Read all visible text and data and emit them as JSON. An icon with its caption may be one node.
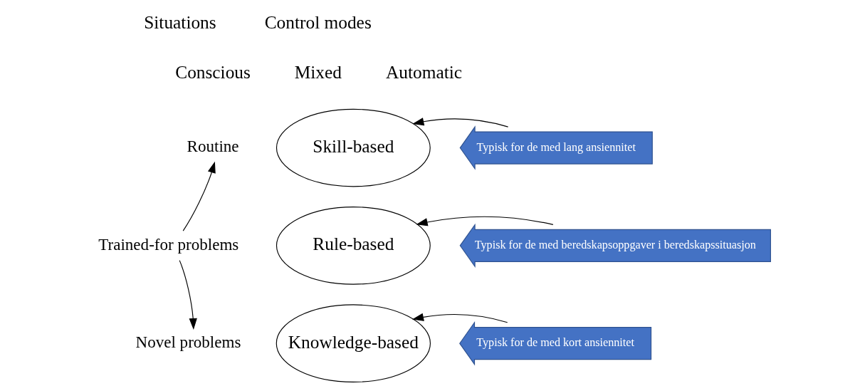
{
  "diagram": {
    "nodes": [
      {
        "text": [
          "Routine"
        ]
      },
      {
        "text": [
          "Trained-for problems"
        ]
      },
      {
        "text": [
          "Novel problems"
        ]
      },
      {
        "text": [
          "Skill-based"
        ]
      },
      {
        "text": [
          "Rule-based"
        ]
      },
      {
        "text": [
          "Knowledge-based"
        ]
      },
      {
        "text": [
          "Typisk for de med lang ansiennitet"
        ]
      },
      {
        "text": [
          "Typisk for de med beredskapsoppgaver i beredskapssituasjon"
        ]
      },
      {
        "text": [
          "Typisk for de med kort ansiennitet"
        ]
      }
    ],
    "edges": [
      {
        "from": 1,
        "to": 0,
        "arrow": "to"
      },
      {
        "from": 1,
        "to": 2,
        "arrow": "to"
      },
      {
        "from": 6,
        "to": 3,
        "arrow": "to"
      },
      {
        "from": 7,
        "to": 4,
        "arrow": "to"
      },
      {
        "from": 8,
        "to": 5,
        "arrow": "to"
      }
    ],
    "labels": [
      "Situations",
      "Control modes",
      "Conscious",
      "Mixed",
      "Automatic"
    ]
  }
}
